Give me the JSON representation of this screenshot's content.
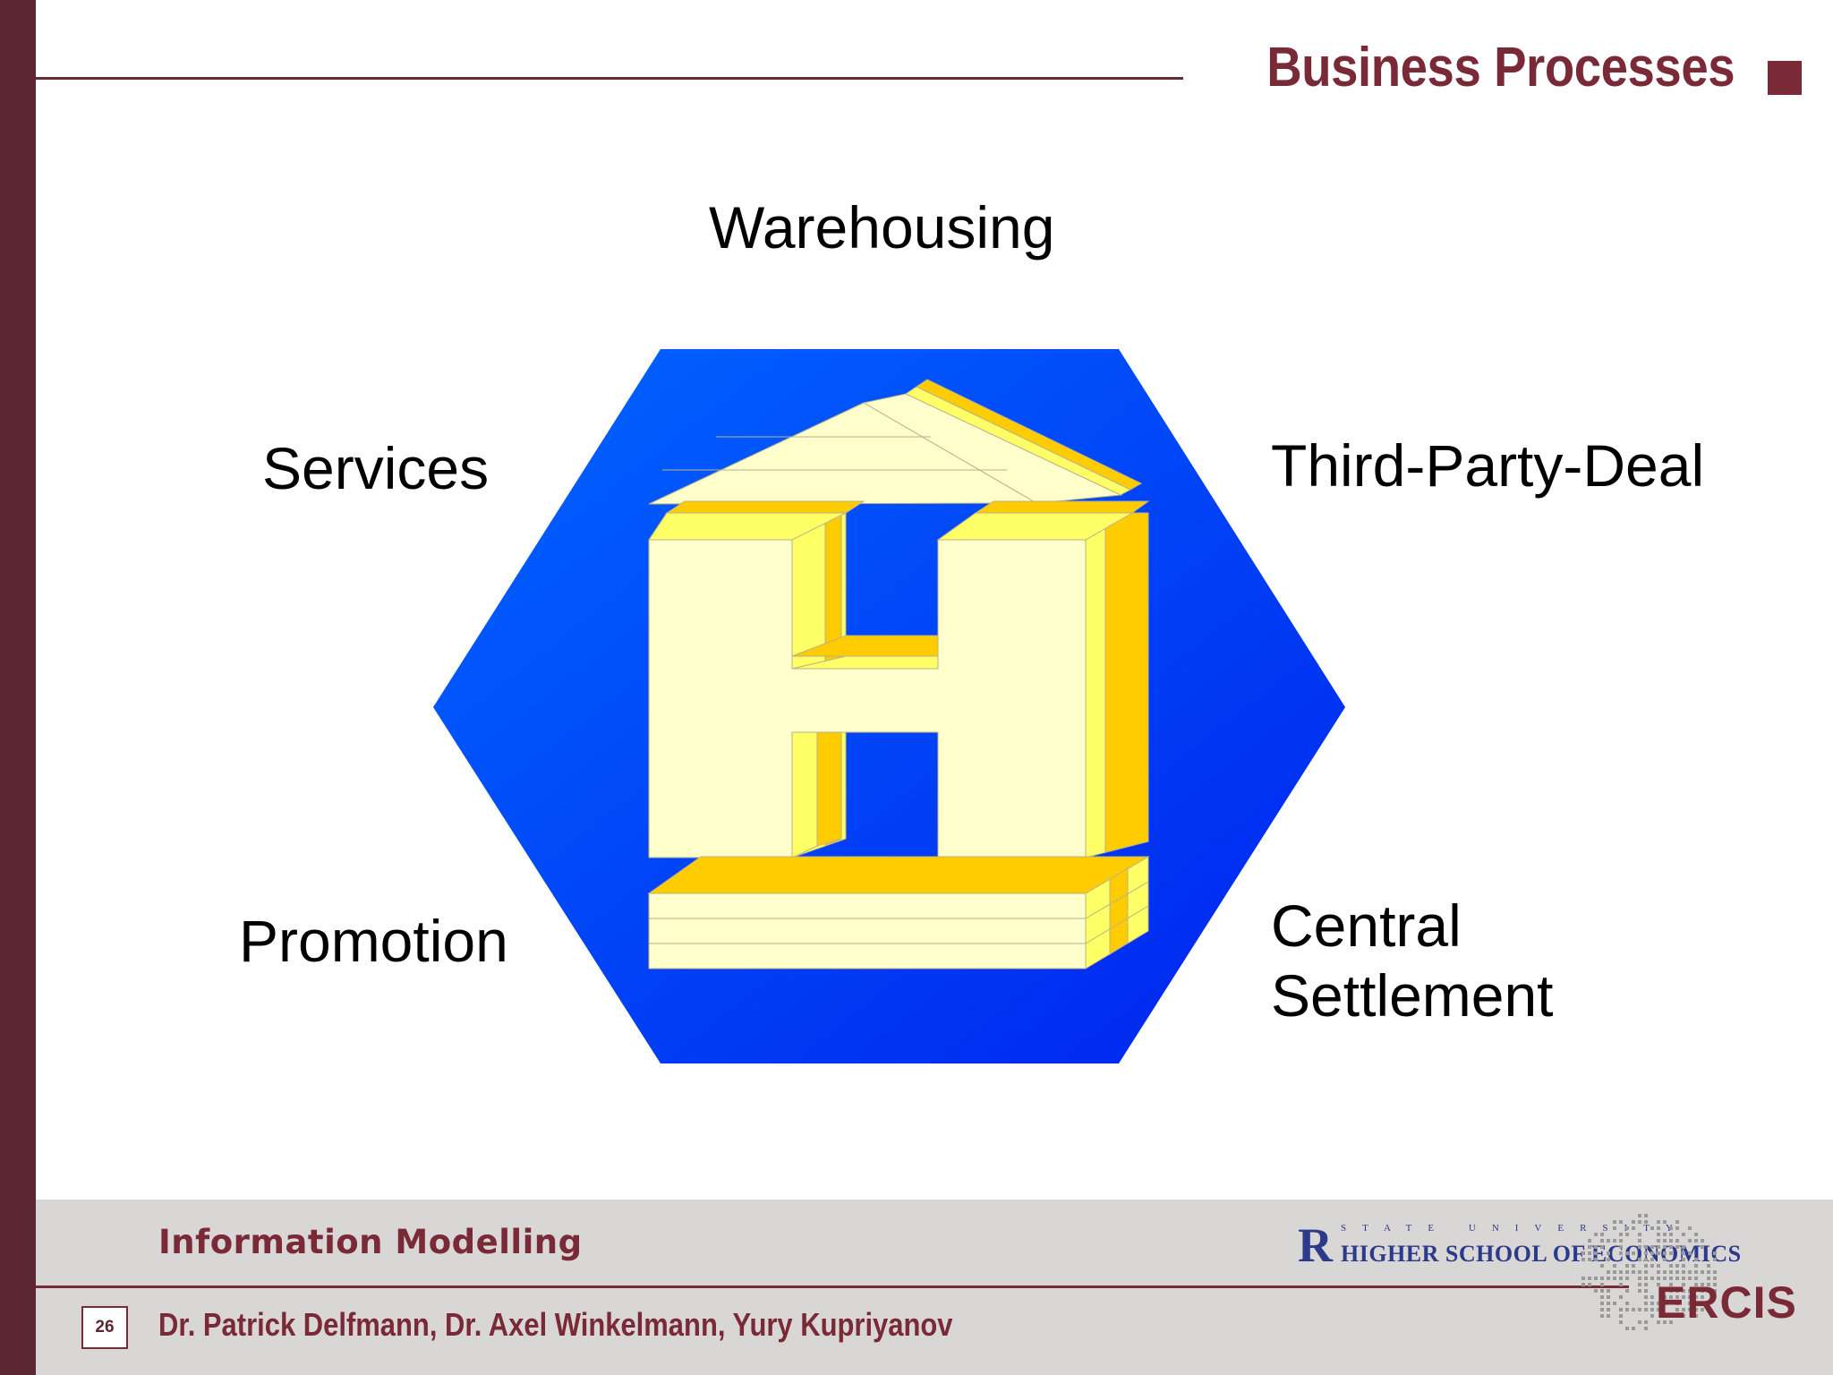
{
  "slide": {
    "title": "Business Processes"
  },
  "diagram": {
    "center": "hexagon-house-icon",
    "colors": {
      "hex_top": "#0066ff",
      "hex_bottom": "#0022ee",
      "house_face": "#ffffcc",
      "house_side_light": "#ffff66",
      "house_side_dark": "#ffcc00"
    },
    "labels": {
      "top": "Warehousing",
      "upper_left": "Services",
      "upper_right": "Third-Party-Deal",
      "lower_left": "Promotion",
      "lower_right_line1": "Central",
      "lower_right_line2": "Settlement"
    }
  },
  "footer": {
    "course": "Information Modelling",
    "page_number": "26",
    "authors": "Dr. Patrick Delfmann, Dr. Axel Winkelmann, Yury Kupriyanov",
    "hse_mark": "R",
    "hse_state": "STATE UNIVERSITY",
    "hse_name": "HIGHER SCHOOL OF ECONOMICS",
    "ercis": "ERCIS"
  }
}
